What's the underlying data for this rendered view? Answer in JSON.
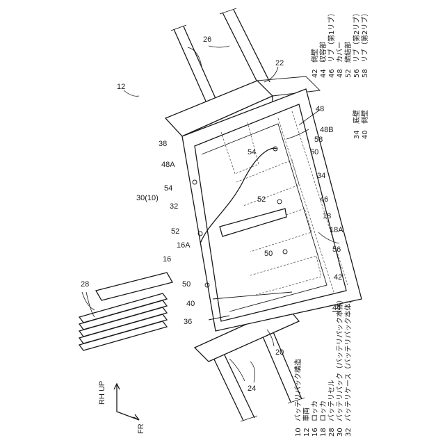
{
  "figure": {
    "ref_numerals": {
      "n12": "12",
      "n16": "16",
      "n16A": "16A",
      "n18": "18",
      "n18A": "18A",
      "n20": "20",
      "n22": "22",
      "n24": "24",
      "n26": "26",
      "n28": "28",
      "n30": "30(10)",
      "n32": "32",
      "n34": "34",
      "n36": "36",
      "n38": "38",
      "n40": "40",
      "n42": "42",
      "n44": "44",
      "n46": "46",
      "n48": "48",
      "n48A": "48A",
      "n48B": "48B",
      "n50a": "50",
      "n50b": "50",
      "n52a": "52",
      "n52b": "52",
      "n54a": "54",
      "n54b": "54",
      "n56": "56",
      "n58": "58",
      "n60": "60"
    },
    "direction": {
      "up": "RH UP",
      "fr": "FR"
    }
  },
  "legend_bottom": [
    {
      "num": "10",
      "text": "バッテリパック構造"
    },
    {
      "num": "12",
      "text": "車両"
    },
    {
      "num": "16",
      "text": "ロッカ"
    },
    {
      "num": "18",
      "text": "ロッカ"
    },
    {
      "num": "28",
      "text": "バッテリセル"
    },
    {
      "num": "30",
      "text": "バッテリパック（バッテリパック本体）"
    },
    {
      "num": "32",
      "text": "バッテリケース（バッテリパック本体）"
    }
  ],
  "legend_top_left": [
    {
      "num": "42",
      "text": "側壁"
    },
    {
      "num": "44",
      "text": "収容部"
    },
    {
      "num": "46",
      "text": "リブ（第1リブ）"
    },
    {
      "num": "48",
      "text": "カバー"
    },
    {
      "num": "52",
      "text": "締結部"
    },
    {
      "num": "56",
      "text": "リブ（第2リブ）"
    },
    {
      "num": "58",
      "text": "リブ（第2リブ）"
    }
  ],
  "legend_top_right": [
    {
      "num": "34",
      "text": "底壁"
    },
    {
      "num": "40",
      "text": "側壁"
    }
  ]
}
